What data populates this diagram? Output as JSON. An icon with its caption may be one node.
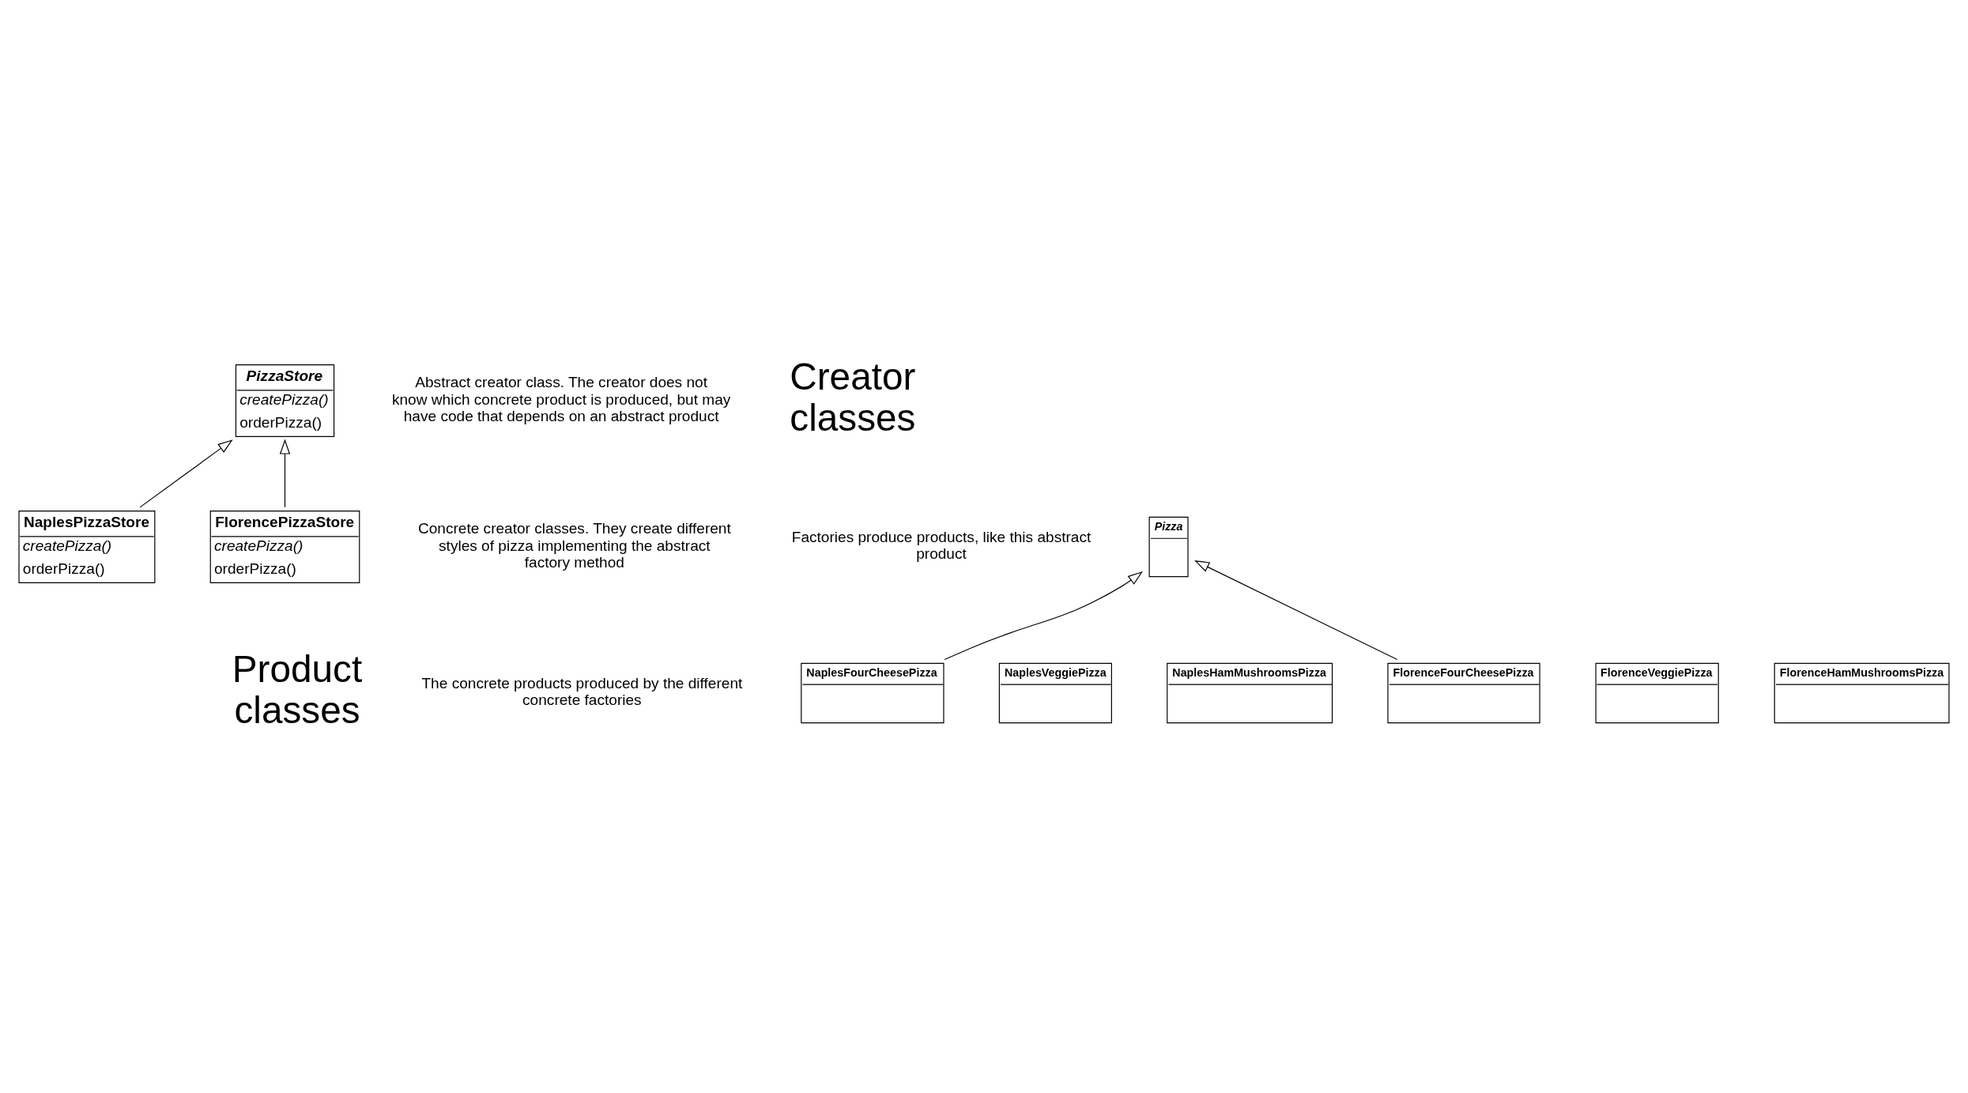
{
  "diagram": {
    "nodes": [
      {
        "text": [
          "PizzaStore",
          "createPizza()",
          "orderPizza()"
        ]
      },
      {
        "text": [
          "NaplesPizzaStore",
          "createPizza()",
          "orderPizza()"
        ]
      },
      {
        "text": [
          "FlorencePizzaStore",
          "createPizza()",
          "orderPizza()"
        ]
      },
      {
        "text": [
          "Pizza"
        ]
      },
      {
        "text": [
          "NaplesFourCheesePizza"
        ]
      },
      {
        "text": [
          "NaplesVeggiePizza"
        ]
      },
      {
        "text": [
          "NaplesHamMushroomsPizza"
        ]
      },
      {
        "text": [
          "FlorenceFourCheesePizza"
        ]
      },
      {
        "text": [
          "FlorenceVeggiePizza"
        ]
      },
      {
        "text": [
          "FlorenceHamMushroomsPizza"
        ]
      }
    ],
    "edges": [
      {
        "from": 1,
        "to": 0,
        "arrow": "to"
      },
      {
        "from": 2,
        "to": 0,
        "arrow": "to"
      },
      {
        "from": 4,
        "to": 3,
        "arrow": "to"
      },
      {
        "from": 7,
        "to": 3,
        "arrow": "to"
      }
    ],
    "labels": [
      "Abstract creator class. The creator does not know which concrete product is produced, but may have code that depends on an abstract product",
      "Creator classes",
      "Concrete creator classes. They create different styles of pizza implementing the abstract factory method",
      "Factories produce products, like this abstract product",
      "Product classes",
      "The concrete products produced by the different concrete factories"
    ]
  }
}
